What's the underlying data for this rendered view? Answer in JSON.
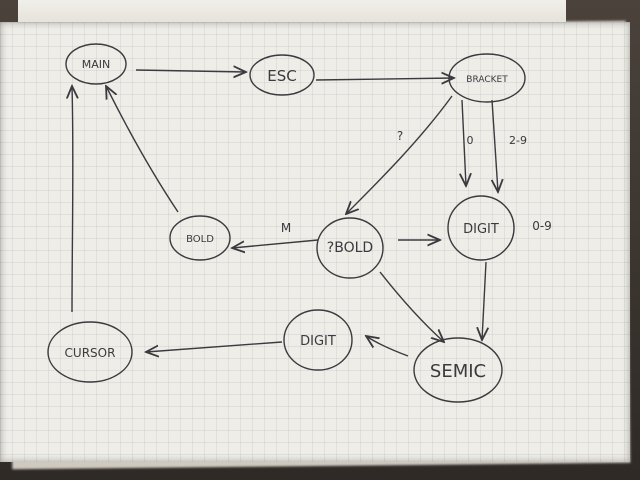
{
  "nodes": [
    {
      "id": "main",
      "label": "MAIN"
    },
    {
      "id": "esc",
      "label": "ESC"
    },
    {
      "id": "bracket",
      "label": "BRACKET"
    },
    {
      "id": "qbold",
      "label": "?BOLD"
    },
    {
      "id": "digit1",
      "label": "DIGIT"
    },
    {
      "id": "bold",
      "label": "BOLD"
    },
    {
      "id": "semic",
      "label": "SEMIC"
    },
    {
      "id": "digit2",
      "label": "DIGIT"
    },
    {
      "id": "cursor",
      "label": "CURSOR"
    }
  ],
  "edges": [
    {
      "from": "main",
      "to": "esc",
      "label": ""
    },
    {
      "from": "esc",
      "to": "bracket",
      "label": ""
    },
    {
      "from": "bracket",
      "to": "qbold",
      "label": "?"
    },
    {
      "from": "bracket",
      "to": "digit1",
      "label": "0"
    },
    {
      "from": "bracket",
      "to": "digit1",
      "label": "2-9"
    },
    {
      "from": "qbold",
      "to": "bold",
      "label": "M"
    },
    {
      "from": "qbold",
      "to": "digit1",
      "label": ""
    },
    {
      "from": "qbold",
      "to": "semic",
      "label": ""
    },
    {
      "from": "digit1",
      "to": "semic",
      "label": ""
    },
    {
      "from": "semic",
      "to": "digit2",
      "label": ""
    },
    {
      "from": "digit2",
      "to": "cursor",
      "label": ""
    },
    {
      "from": "bold",
      "to": "main",
      "label": ""
    },
    {
      "from": "cursor",
      "to": "main",
      "label": ""
    }
  ],
  "annotations": {
    "digit_range": "0-9"
  }
}
